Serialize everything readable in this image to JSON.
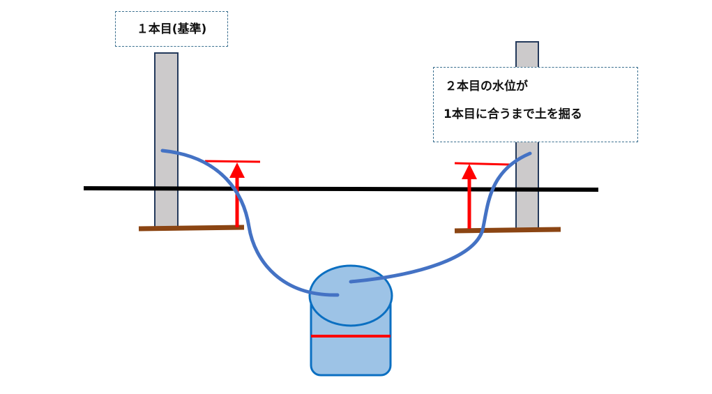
{
  "labels": {
    "left_pole": "１本目(基準)",
    "right_pole_line1": "２本目の水位が",
    "right_pole_line2": "1本目に合うまで土を掘る"
  },
  "colors": {
    "pole_fill": "#cccacb",
    "pole_stroke": "#23395b",
    "ground_line": "#000000",
    "base_board": "#8b4513",
    "hose": "#4472c4",
    "arrow": "#ff0000",
    "tank_fill": "#9dc3e6",
    "tank_stroke": "#0b6fc1",
    "water_level": "#ff0000",
    "label_border": "#3a6f8f"
  }
}
